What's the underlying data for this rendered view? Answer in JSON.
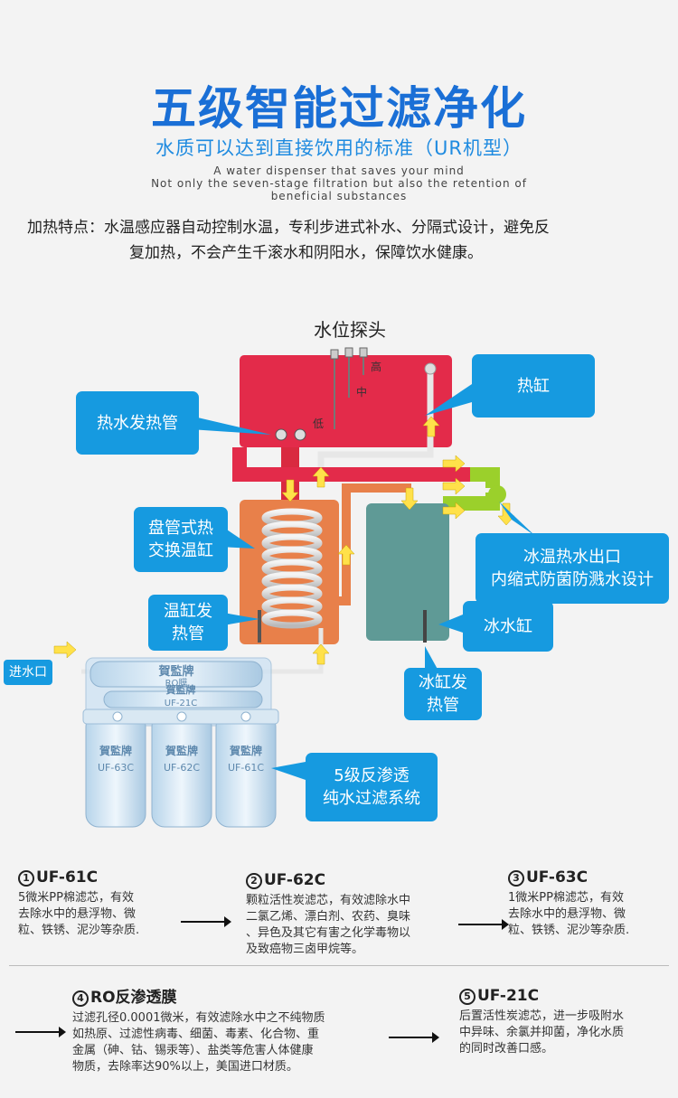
{
  "header": {
    "title": "五级智能过滤净化",
    "subtitle": "水质可以达到直接饮用的标准（UR机型）",
    "english_lines": [
      "A water dispenser that saves your mind",
      "Not only the seven-stage filtration but also the retention of",
      "beneficial substances"
    ]
  },
  "heating": {
    "line1": "加热特点：水温感应器自动控制水温，专利步进式补水、分隔式设计，避免反",
    "line2": "复加热，不会产生千滚水和阴阳水，保障饮水健康。"
  },
  "diagram": {
    "probe_label": "水位探头",
    "probe_high": "高",
    "probe_mid": "中",
    "probe_low": "低",
    "callouts": {
      "hot_tank": "热缸",
      "hot_heater": "热水发热管",
      "coil_l1": "盘管式热",
      "coil_l2": "交换温缸",
      "outlet_l1": "冰温热水出口",
      "outlet_l2": "内缩式防菌防溅水设计",
      "warm_heater_l1": "温缸发",
      "warm_heater_l2": "热管",
      "cold_tank": "冰水缸",
      "cold_heater_l1": "冰缸发",
      "cold_heater_l2": "热管",
      "filter_l1": "5级反渗透",
      "filter_l2": "纯水过滤系统",
      "inlet": "进水口"
    },
    "filters": {
      "brand": "賀監牌",
      "ro_label": "RO膜",
      "uf21": "UF-21C",
      "uf63": "UF-63C",
      "uf62": "UF-62C",
      "uf61": "UF-61C"
    }
  },
  "notes": [
    {
      "num": "1",
      "title": "UF-61C",
      "text": [
        "5微米PP棉滤芯，有效",
        "去除水中的悬浮物、微",
        "粒、铁锈、泥沙等杂质."
      ]
    },
    {
      "num": "2",
      "title": "UF-62C",
      "text": [
        "颗粒活性炭滤芯，有效滤除水中",
        "二氯乙烯、漂白剂、农药、臭味",
        "、异色及其它有害之化学毒物以",
        "及致癌物三卤甲烷等。"
      ]
    },
    {
      "num": "3",
      "title": "UF-63C",
      "text": [
        "1微米PP棉滤芯，有效",
        "去除水中的悬浮物、微",
        "粒、铁锈、泥沙等杂质."
      ]
    },
    {
      "num": "4",
      "title": "RO反渗透膜",
      "text": [
        "过滤孔径0.0001微米，有效滤除水中之不纯物质",
        "如热原、过滤性病毒、细菌、毒素、化合物、重",
        "金属（砷、钴、锡汞等）、盐类等危害人体健康",
        "物质，去除率达90%以上，美国进口材质。"
      ]
    },
    {
      "num": "5",
      "title": "UF-21C",
      "text": [
        "后置活性炭滤芯，进一步吸附水",
        "中异味、余氯并抑菌，净化水质",
        "的同时改善口感。"
      ]
    }
  ],
  "colors": {
    "title": "#1a6fd6",
    "callout": "#169ae0",
    "hot_tank": "#e32b4a",
    "warm_tank": "#e8804a",
    "cold_tank": "#5f9a96",
    "pipe_green": "#9bd02b",
    "flow_arrow": "#ffe14a"
  }
}
